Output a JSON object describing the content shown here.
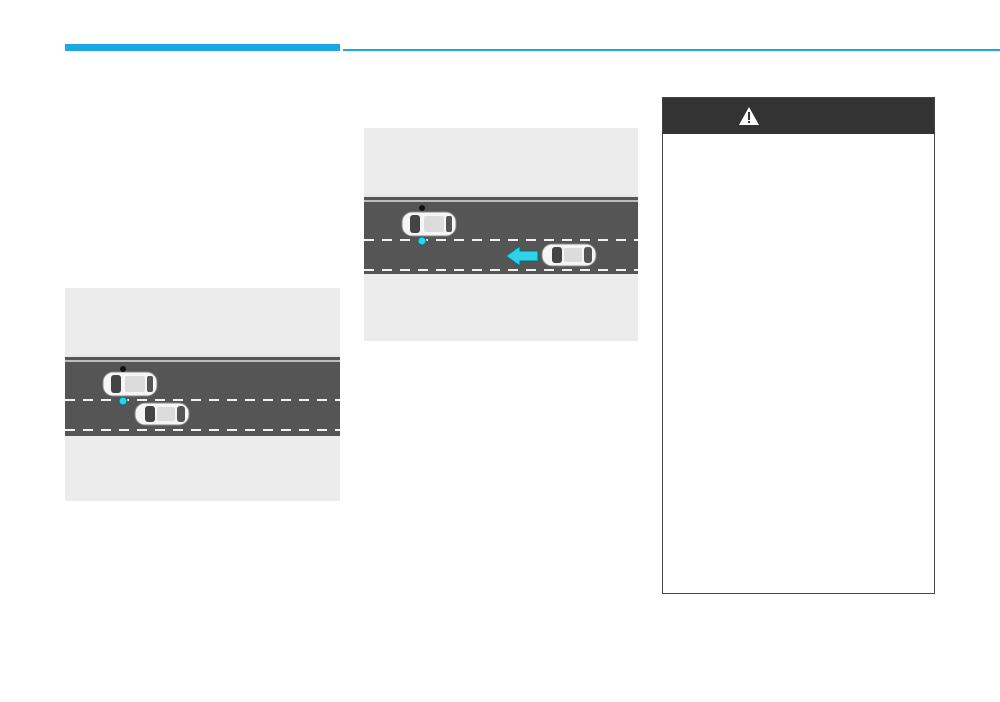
{
  "colors": {
    "accent": "#1ba6e6",
    "road": "#555555",
    "background_panel": "#ececec",
    "arrow": "#2fd3e8",
    "sensor_dot_front": "#111111",
    "sensor_dot_side": "#2fd3e8",
    "warning_header": "#333333"
  },
  "illustrations": [
    {
      "name": "vehicle-overtaking-scene",
      "icons": [
        "car-top-view",
        "car-top-view"
      ]
    },
    {
      "name": "vehicle-approaching-scene",
      "icons": [
        "car-top-view",
        "car-top-view",
        "arrow-left-icon"
      ]
    }
  ],
  "warning": {
    "icon": "warning-triangle-icon",
    "body_text": ""
  }
}
